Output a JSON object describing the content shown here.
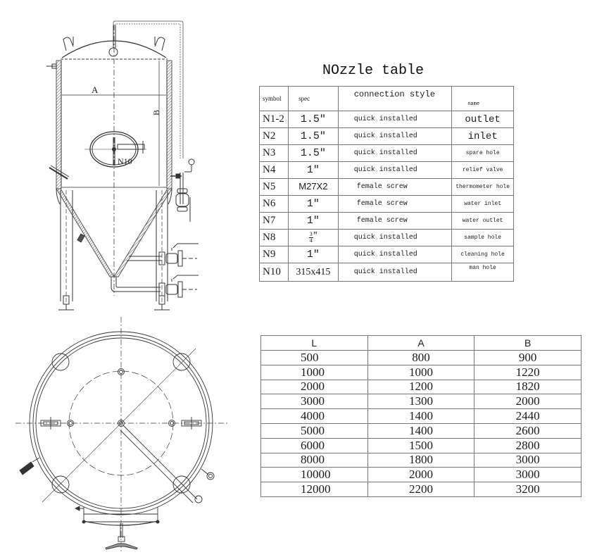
{
  "drawing": {
    "front_view_labels": {
      "dimension_a": "A",
      "dimension_b": "B",
      "manhole": "N10"
    }
  },
  "nozzle_table": {
    "title": "NOzzle table",
    "headers": {
      "symbol": "symbol",
      "spec": "spec",
      "connection_style": "connection style",
      "name": "name"
    },
    "rows": [
      {
        "symbol": "N1-2",
        "spec": "1.5ʺ",
        "connection": "quick installed",
        "name": "outlet"
      },
      {
        "symbol": "N2",
        "spec": "1.5ʺ",
        "connection": "quick installed",
        "name": "inlet"
      },
      {
        "symbol": "N3",
        "spec": "1.5ʺ",
        "connection": "quick installed",
        "name": "spare hole"
      },
      {
        "symbol": "N4",
        "spec": "1ʺ",
        "connection": "quick installed",
        "name": "relief valve"
      },
      {
        "symbol": "N5",
        "spec": "M27X2",
        "connection": "female screw",
        "name": "thermometer hole"
      },
      {
        "symbol": "N6",
        "spec": "1ʺ",
        "connection": "female screw",
        "name": "water inlet"
      },
      {
        "symbol": "N7",
        "spec": "1ʺ",
        "connection": "female screw",
        "name": "water outlet"
      },
      {
        "symbol": "N8",
        "spec_num": "3",
        "spec_den": "4",
        "spec_mark": "ʺ",
        "connection": "quick installed",
        "name": "sample hole"
      },
      {
        "symbol": "N9",
        "spec": "1ʺ",
        "connection": "quick installed",
        "name": "cleaning hole"
      },
      {
        "symbol": "N10",
        "spec": "315x415",
        "connection": "quick installed",
        "name": "man hole"
      }
    ]
  },
  "dimension_table": {
    "headers": [
      "L",
      "A",
      "B"
    ],
    "rows": [
      [
        "500",
        "800",
        "900"
      ],
      [
        "1000",
        "1000",
        "1220"
      ],
      [
        "2000",
        "1200",
        "1820"
      ],
      [
        "3000",
        "1300",
        "2000"
      ],
      [
        "4000",
        "1400",
        "2440"
      ],
      [
        "5000",
        "1400",
        "2600"
      ],
      [
        "6000",
        "1500",
        "2800"
      ],
      [
        "8000",
        "1800",
        "3000"
      ],
      [
        "10000",
        "2000",
        "3000"
      ],
      [
        "12000",
        "2200",
        "3200"
      ]
    ]
  },
  "colors": {
    "line": "#333333",
    "hatch": "#9a9a9a",
    "table_border": "#777777",
    "background": "#ffffff"
  }
}
